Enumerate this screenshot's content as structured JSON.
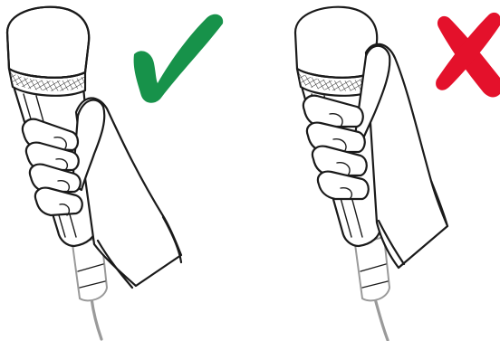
{
  "illustration": {
    "left_panel": {
      "verdict": "correct",
      "mark": "check-mark",
      "mark_color": "#17924a"
    },
    "right_panel": {
      "verdict": "incorrect",
      "mark": "cross-mark",
      "mark_color": "#e4112b"
    }
  }
}
